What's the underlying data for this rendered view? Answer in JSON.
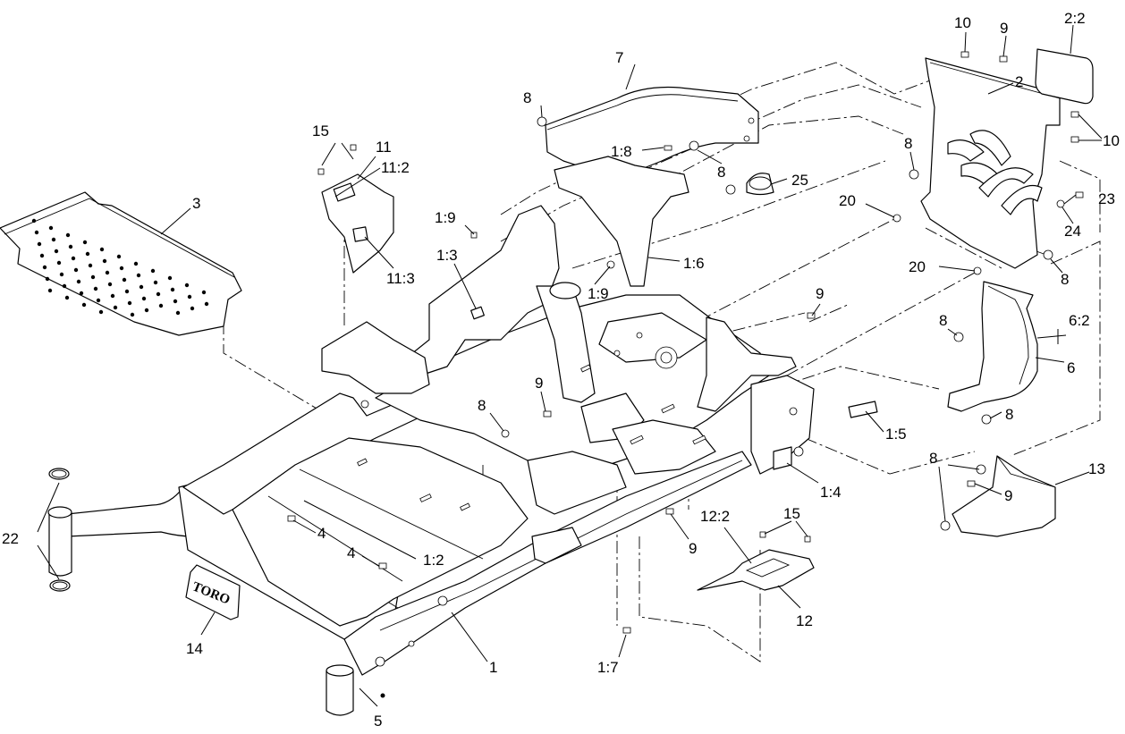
{
  "diagram": {
    "logo_text": "TORO",
    "labels": {
      "l_1": "1",
      "l_1_2": "1:2",
      "l_1_3": "1:3",
      "l_1_4": "1:4",
      "l_1_5": "1:5",
      "l_1_6": "1:6",
      "l_1_7": "1:7",
      "l_1_8": "1:8",
      "l_1_9a": "1:9",
      "l_1_9b": "1:9",
      "l_2": "2",
      "l_2_2": "2:2",
      "l_3": "3",
      "l_4a": "4",
      "l_4b": "4",
      "l_5": "5",
      "l_6": "6",
      "l_6_2": "6:2",
      "l_7": "7",
      "l_8a": "8",
      "l_8b": "8",
      "l_8c": "8",
      "l_8d": "8",
      "l_8e": "8",
      "l_8f": "8",
      "l_8g": "8",
      "l_8h": "8",
      "l_9a": "9",
      "l_9b": "9",
      "l_9c": "9",
      "l_9d": "9",
      "l_9e": "9",
      "l_10a": "10",
      "l_10b": "10",
      "l_11": "11",
      "l_11_2": "11:2",
      "l_11_3": "11:3",
      "l_12": "12",
      "l_12_2": "12:2",
      "l_13": "13",
      "l_14": "14",
      "l_15a": "15",
      "l_15b": "15",
      "l_20a": "20",
      "l_20b": "20",
      "l_22": "22",
      "l_23": "23",
      "l_24": "24",
      "l_25": "25"
    }
  }
}
